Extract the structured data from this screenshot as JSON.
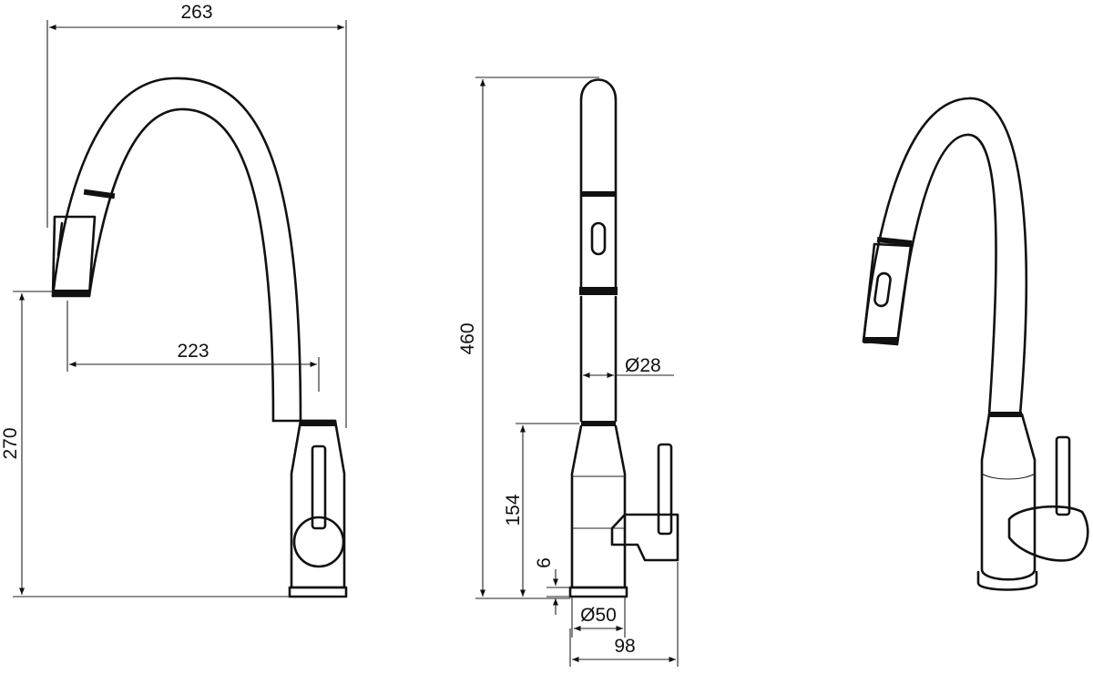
{
  "drawing": {
    "front_view": {
      "width_label": "263",
      "reach_label": "223",
      "spout_height_label": "270"
    },
    "side_view": {
      "height_label": "460",
      "diameter_body_label": "Ø28",
      "base_to_lever_label": "154",
      "base_thickness_label": "6",
      "base_diameter_label": "Ø50",
      "depth_label": "98"
    },
    "colors": {
      "line": "#111111",
      "background": "#ffffff"
    }
  }
}
